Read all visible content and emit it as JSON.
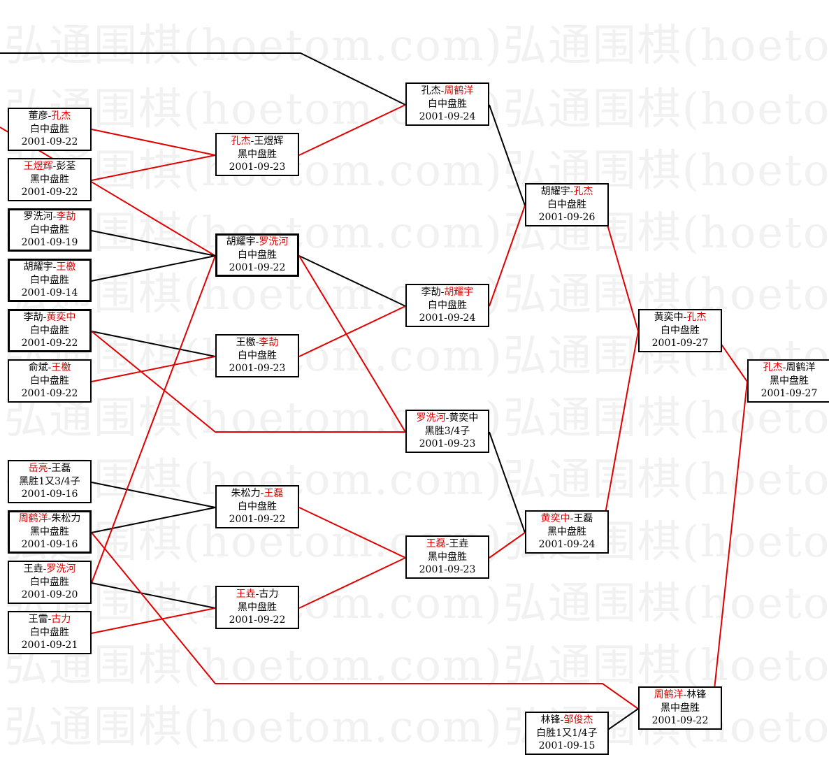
{
  "watermark": "弘通围棋(hoetom.com)",
  "colors": {
    "winner_text": "#e00000",
    "win_line": "#e00000",
    "other_line": "#000000",
    "watermark": "#f1f1f1"
  },
  "games": [
    {
      "id": "r1-1",
      "p1": "董彦",
      "p2": "孔杰",
      "winner": 2,
      "result": "白中盘胜",
      "date": "2001-09-22"
    },
    {
      "id": "r1-2",
      "p1": "王煜辉",
      "p2": "彭荃",
      "winner": 1,
      "result": "黑中盘胜",
      "date": "2001-09-22"
    },
    {
      "id": "r1-3",
      "p1": "罗洗河",
      "p2": "李劼",
      "winner": 2,
      "result": "白中盘胜",
      "date": "2001-09-19",
      "bold": true
    },
    {
      "id": "r1-4",
      "p1": "胡耀宇",
      "p2": "王檄",
      "winner": 2,
      "result": "白中盘胜",
      "date": "2001-09-14",
      "bold": true
    },
    {
      "id": "r1-5",
      "p1": "李劼",
      "p2": "黄奕中",
      "winner": 2,
      "result": "白中盘胜",
      "date": "2001-09-22",
      "bold": true
    },
    {
      "id": "r1-6",
      "p1": "俞斌",
      "p2": "王檄",
      "winner": 2,
      "result": "白中盘胜",
      "date": "2001-09-22"
    },
    {
      "id": "r1-7",
      "p1": "岳亮",
      "p2": "王磊",
      "winner": 1,
      "result": "黑胜1又3/4子",
      "date": "2001-09-16"
    },
    {
      "id": "r1-8",
      "p1": "周鹤洋",
      "p2": "朱松力",
      "winner": 1,
      "result": "黑中盘胜",
      "date": "2001-09-16",
      "bold": true
    },
    {
      "id": "r1-9",
      "p1": "王垚",
      "p2": "罗洗河",
      "winner": 2,
      "result": "白中盘胜",
      "date": "2001-09-20"
    },
    {
      "id": "r1-10",
      "p1": "王雷",
      "p2": "古力",
      "winner": 2,
      "result": "白中盘胜",
      "date": "2001-09-21"
    },
    {
      "id": "r2-1",
      "p1": "孔杰",
      "p2": "王煜辉",
      "winner": 1,
      "result": "黑中盘胜",
      "date": "2001-09-23"
    },
    {
      "id": "r2-2",
      "p1": "胡耀宇",
      "p2": "罗洗河",
      "winner": 2,
      "result": "白中盘胜",
      "date": "2001-09-22",
      "bold": true
    },
    {
      "id": "r2-3",
      "p1": "王檄",
      "p2": "李劼",
      "winner": 2,
      "result": "白中盘胜",
      "date": "2001-09-23"
    },
    {
      "id": "r2-4",
      "p1": "朱松力",
      "p2": "王磊",
      "winner": 2,
      "result": "白中盘胜",
      "date": "2001-09-22"
    },
    {
      "id": "r2-5",
      "p1": "王垚",
      "p2": "古力",
      "winner": 1,
      "result": "黑中盘胜",
      "date": "2001-09-22"
    },
    {
      "id": "r3-1",
      "p1": "孔杰",
      "p2": "周鹤洋",
      "winner": 2,
      "result": "白中盘胜",
      "date": "2001-09-24"
    },
    {
      "id": "r3-2",
      "p1": "李劼",
      "p2": "胡耀宇",
      "winner": 2,
      "result": "白中盘胜",
      "date": "2001-09-24"
    },
    {
      "id": "r3-3",
      "p1": "罗洗河",
      "p2": "黄奕中",
      "winner": 1,
      "result": "黑胜3/4子",
      "date": "2001-09-23"
    },
    {
      "id": "r3-4",
      "p1": "王磊",
      "p2": "王垚",
      "winner": 1,
      "result": "黑中盘胜",
      "date": "2001-09-23"
    },
    {
      "id": "r4-1",
      "p1": "胡耀宇",
      "p2": "孔杰",
      "winner": 2,
      "result": "白中盘胜",
      "date": "2001-09-26"
    },
    {
      "id": "r4-2",
      "p1": "黄奕中",
      "p2": "王磊",
      "winner": 1,
      "result": "黑中盘胜",
      "date": "2001-09-24"
    },
    {
      "id": "r4-3",
      "p1": "林锋",
      "p2": "邹俊杰",
      "winner": 2,
      "result": "白胜1又1/4子",
      "date": "2001-09-15"
    },
    {
      "id": "r5-1",
      "p1": "黄奕中",
      "p2": "孔杰",
      "winner": 2,
      "result": "白中盘胜",
      "date": "2001-09-27"
    },
    {
      "id": "r5-2",
      "p1": "周鹤洋",
      "p2": "林锋",
      "winner": 1,
      "result": "黑中盘胜",
      "date": "2001-09-22"
    },
    {
      "id": "r6-1",
      "p1": "孔杰",
      "p2": "周鹤洋",
      "winner": 1,
      "result": "黑中盘胜",
      "date": "2001-09-27"
    }
  ]
}
